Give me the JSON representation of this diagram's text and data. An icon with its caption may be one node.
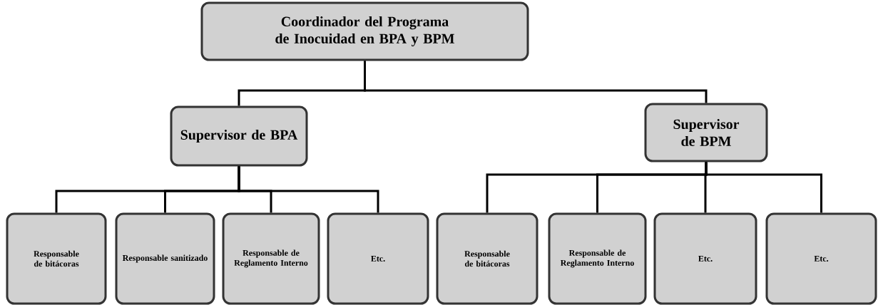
{
  "diagram": {
    "nodes": [
      {
        "text": [
          "Coordinador del Programa de Inocuidad en BPA y BPM"
        ]
      },
      {
        "text": [
          "Supervisor de BPA"
        ]
      },
      {
        "text": [
          "Supervisor de BPM"
        ]
      },
      {
        "text": [
          "Responsable de bitácoras"
        ]
      },
      {
        "text": [
          "Responsable sanitizado"
        ]
      },
      {
        "text": [
          "Responsable de Reglamento Interno"
        ]
      },
      {
        "text": [
          "Etc."
        ]
      },
      {
        "text": [
          "Responsable de bitácoras"
        ]
      },
      {
        "text": [
          "Responsable de Reglamento Interno"
        ]
      },
      {
        "text": [
          "Etc."
        ]
      },
      {
        "text": [
          "Etc."
        ]
      }
    ],
    "edges": [
      {
        "from": 0,
        "to": 1,
        "arrow": "none"
      },
      {
        "from": 0,
        "to": 2,
        "arrow": "none"
      },
      {
        "from": 1,
        "to": 3,
        "arrow": "none"
      },
      {
        "from": 1,
        "to": 4,
        "arrow": "none"
      },
      {
        "from": 1,
        "to": 5,
        "arrow": "none"
      },
      {
        "from": 1,
        "to": 6,
        "arrow": "none"
      },
      {
        "from": 2,
        "to": 7,
        "arrow": "none"
      },
      {
        "from": 2,
        "to": 8,
        "arrow": "none"
      },
      {
        "from": 2,
        "to": 9,
        "arrow": "none"
      },
      {
        "from": 2,
        "to": 10,
        "arrow": "none"
      }
    ]
  }
}
